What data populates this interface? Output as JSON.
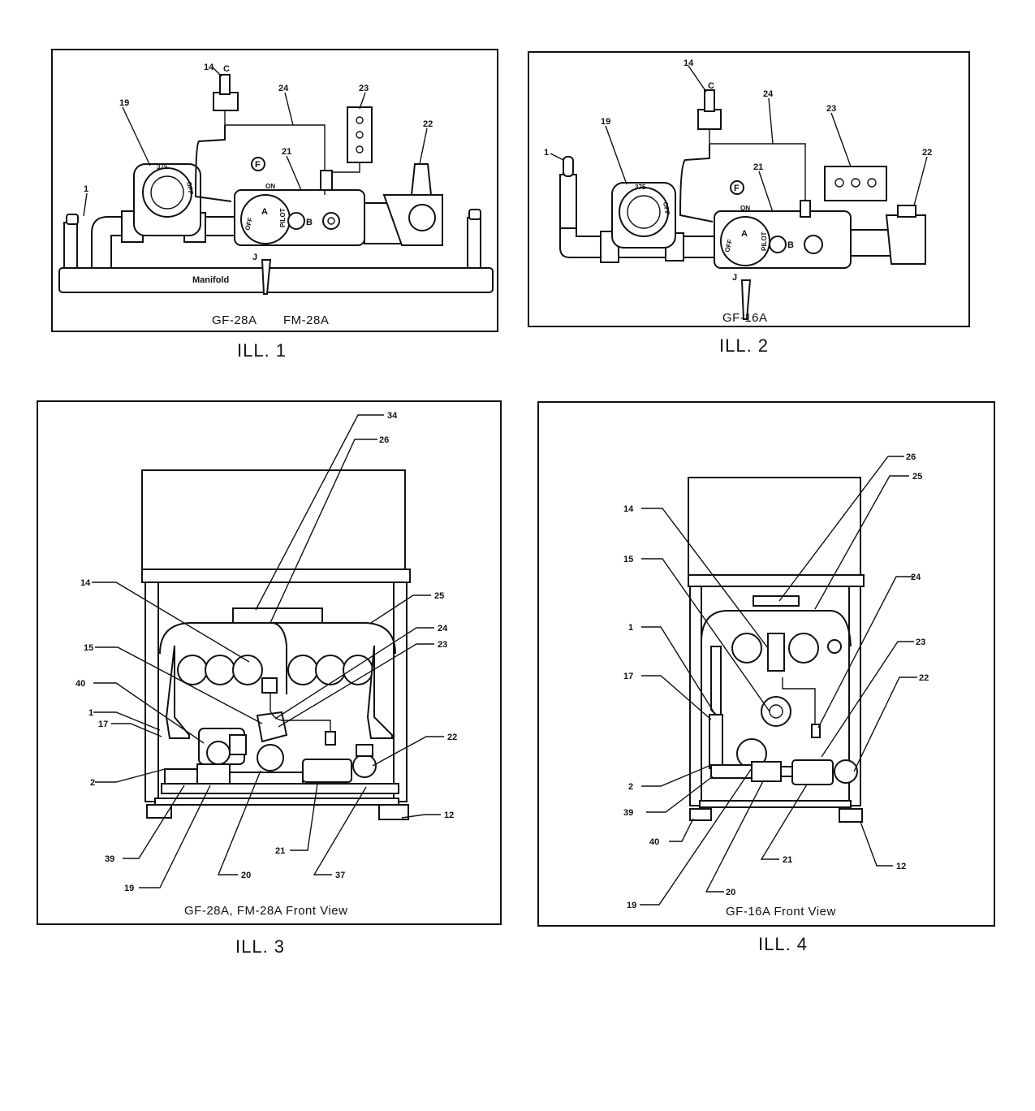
{
  "ill1": {
    "caption": "ILL. 1",
    "models": [
      "GF-28A",
      "FM-28A"
    ],
    "manifold_label": "Manifold",
    "callouts": {
      "c14": "14",
      "cC": "C",
      "c19": "19",
      "c24": "24",
      "c23": "23",
      "c22": "22",
      "c21": "21",
      "c1": "1",
      "cF": "F",
      "cA": "A",
      "cB": "B",
      "cJ": "J"
    },
    "valve_texts": {
      "dial": "375",
      "off": "OFF",
      "on": "ON",
      "off2": "OFF",
      "pilot": "PILOT"
    }
  },
  "ill2": {
    "caption": "ILL. 2",
    "model": "GF-16A",
    "callouts": {
      "c14": "14",
      "cC": "C",
      "c24": "24",
      "c19": "19",
      "c23": "23",
      "c1": "1",
      "c21": "21",
      "c22": "22",
      "cF": "F",
      "cA": "A",
      "cB": "B",
      "cJ": "J"
    },
    "valve_texts": {
      "dial": "375",
      "off": "OFF",
      "on": "ON",
      "off2": "OFF",
      "pilot": "PILOT"
    }
  },
  "ill3": {
    "caption": "ILL. 3",
    "subtitle": "GF-28A, FM-28A Front View",
    "callouts": {
      "c34": "34",
      "c26": "26",
      "c14": "14",
      "c25": "25",
      "c24": "24",
      "c23": "23",
      "c15": "15",
      "c40": "40",
      "c1": "1",
      "c17": "17",
      "c22": "22",
      "c2": "2",
      "c12": "12",
      "c39": "39",
      "c21": "21",
      "c19": "19",
      "c20": "20",
      "c37": "37"
    }
  },
  "ill4": {
    "caption": "ILL. 4",
    "subtitle": "GF-16A Front View",
    "callouts": {
      "c26": "26",
      "c25": "25",
      "c14": "14",
      "c15": "15",
      "c24": "24",
      "c1": "1",
      "c23": "23",
      "c17": "17",
      "c22": "22",
      "c2": "2",
      "c39": "39",
      "c40": "40",
      "c12": "12",
      "c21": "21",
      "c19": "19",
      "c20": "20"
    }
  }
}
